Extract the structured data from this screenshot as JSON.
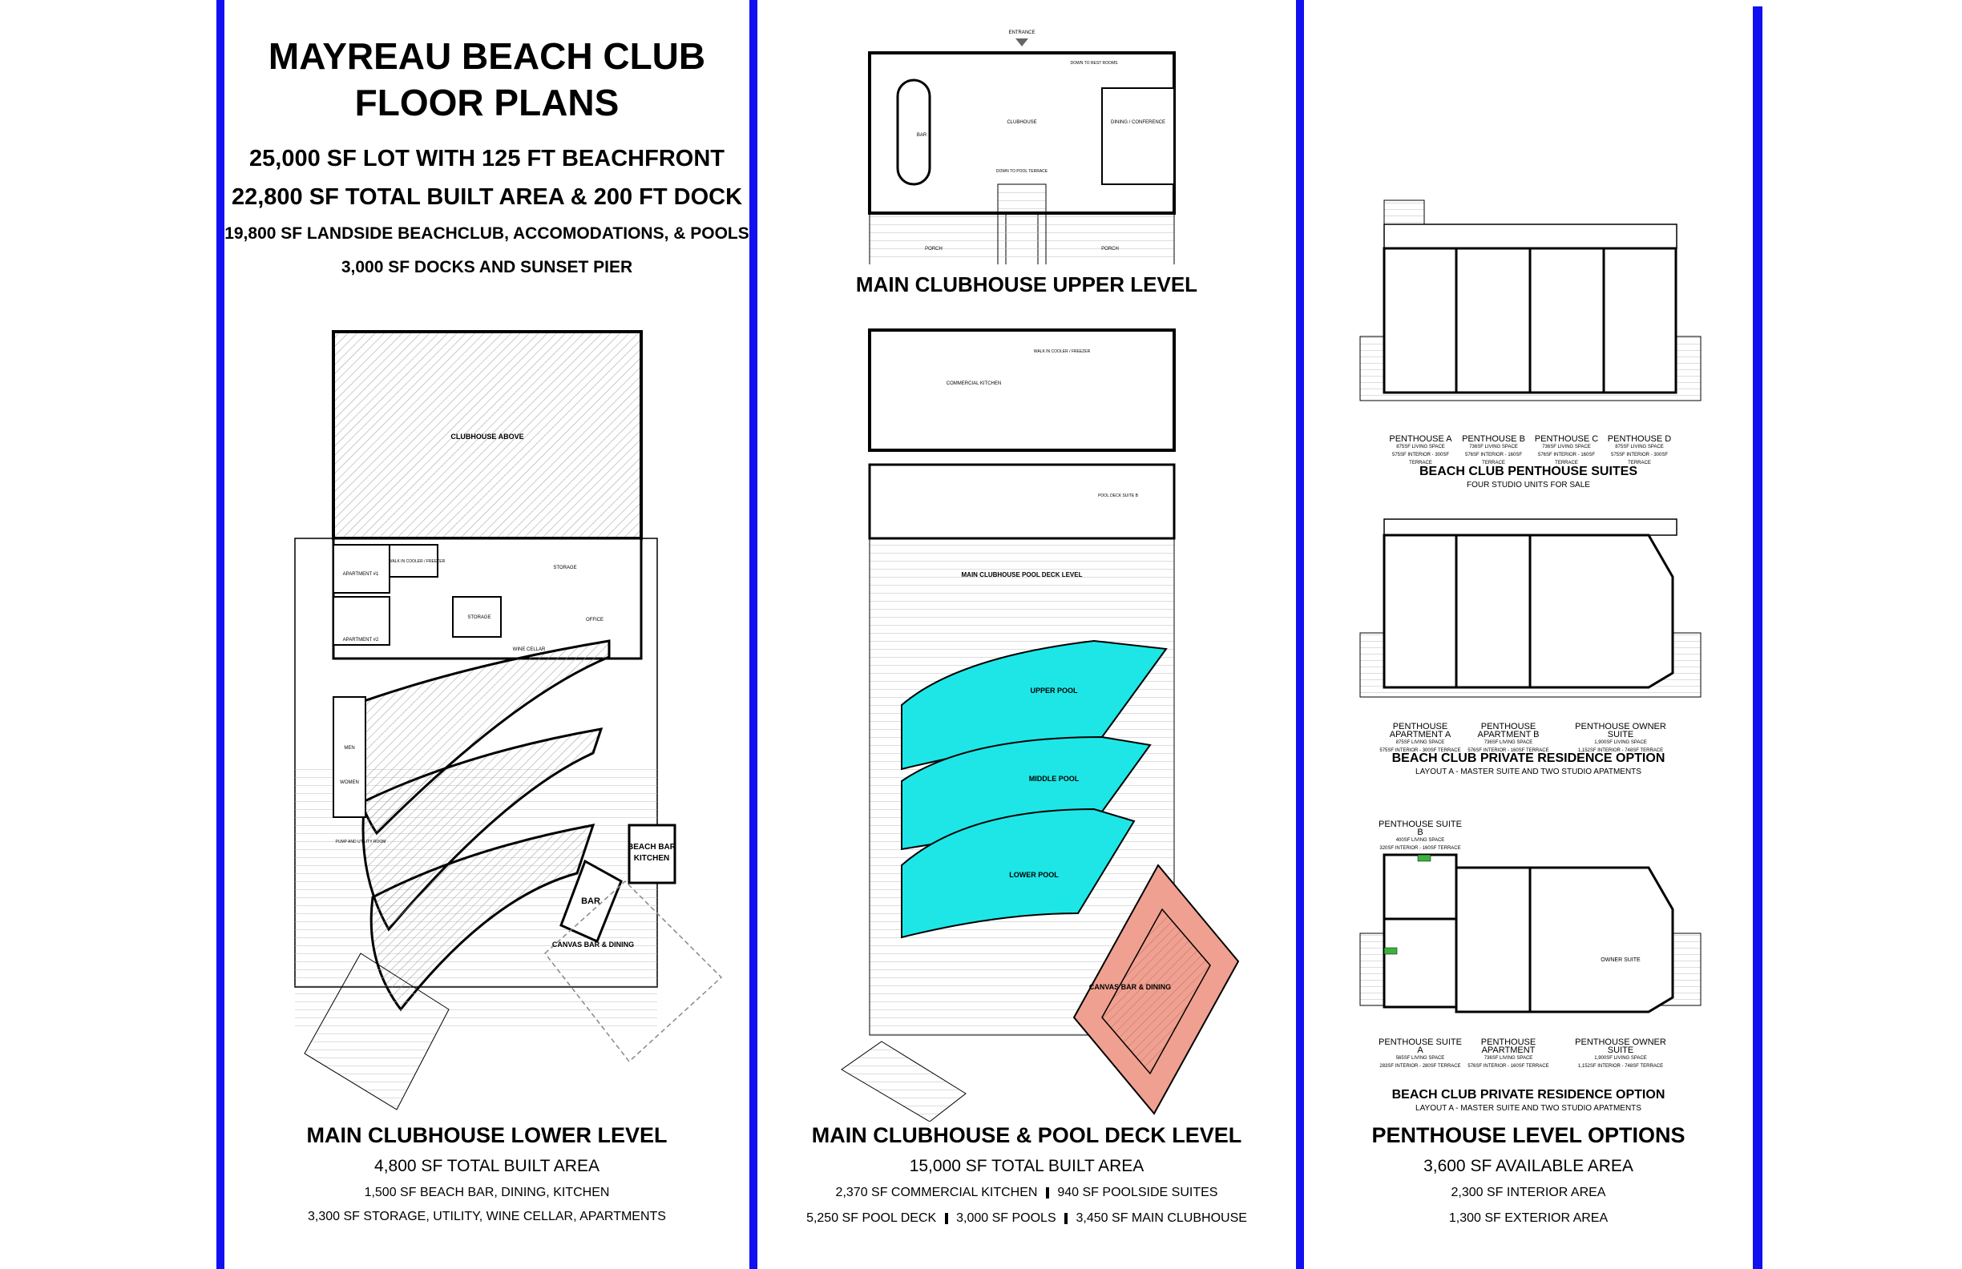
{
  "colors": {
    "divider_blue": "#1010f0",
    "pool_cyan": "#1ee6e6",
    "pool_dark": "#15b8b8",
    "roof_salmon": "#f0a090",
    "line": "#000000"
  },
  "header": {
    "title_line1": "MAYREAU BEACH CLUB",
    "title_line2": "FLOOR PLANS",
    "lot": "25,000 SF LOT WITH 125 FT BEACHFRONT",
    "built": "22,800 SF TOTAL BUILT AREA & 200 FT DOCK",
    "landside": "19,800 SF LANDSIDE BEACHCLUB, ACCOMODATIONS, & POOLS",
    "docks": "3,000 SF DOCKS AND SUNSET PIER"
  },
  "lower_level": {
    "caption": "MAIN CLUBHOUSE LOWER LEVEL",
    "total": "4,800 SF TOTAL BUILT AREA",
    "detail1": "1,500 SF BEACH BAR, DINING, KITCHEN",
    "detail2": "3,300 SF STORAGE, UTILITY, WINE CELLAR, APARTMENTS",
    "labels": {
      "clubhouse_above": "CLUBHOUSE ABOVE",
      "storage": "STORAGE",
      "storage2": "STORAGE",
      "office": "OFFICE",
      "wine_cellar": "WINE CELLAR",
      "apartment1": "APARTMENT #1",
      "apartment2": "APARTMENT #2",
      "walk_in": "WALK IN COOLER / FREEZER",
      "men": "MEN",
      "women": "WOMEN",
      "pump": "PUMP AND UTILITY ROOM",
      "beach_bar_kitchen_1": "BEACH BAR",
      "beach_bar_kitchen_2": "KITCHEN",
      "bar": "BAR",
      "canvas": "CANVAS BAR & DINING"
    }
  },
  "upper_level": {
    "caption": "MAIN CLUBHOUSE UPPER LEVEL",
    "labels": {
      "entrance": "ENTRANCE",
      "down_rest": "DOWN TO REST ROOMS",
      "bar": "BAR",
      "clubhouse": "CLUBHOUSE",
      "dining": "DINING / CONFERENCE",
      "down_pool": "DOWN TO POOL TERRACE",
      "porch_left": "PORCH",
      "porch_right": "PORCH"
    }
  },
  "pool_deck": {
    "caption": "MAIN CLUBHOUSE & POOL DECK LEVEL",
    "total": "15,000 SF TOTAL BUILT AREA",
    "detail1a": "2,370 SF COMMERCIAL KITCHEN",
    "detail1b": "940 SF POOLSIDE SUITES",
    "detail2a": "5,250 SF POOL DECK",
    "detail2b": "3,000 SF POOLS",
    "detail2c": "3,450 SF MAIN CLUBHOUSE",
    "labels": {
      "commercial_kitchen": "COMMERCIAL KITCHEN",
      "walk_in": "WALK IN COOLER / FREEZER",
      "pool_deck_level": "MAIN CLUBHOUSE POOL DECK LEVEL",
      "suite_b": "POOL DECK SUITE B",
      "upper_pool": "UPPER POOL",
      "middle_pool": "MIDDLE POOL",
      "lower_pool": "LOWER POOL",
      "canvas": "CANVAS BAR & DINING"
    }
  },
  "penthouse": {
    "caption": "PENTHOUSE LEVEL OPTIONS",
    "available": "3,600 SF AVAILABLE AREA",
    "interior": "2,300 SF INTERIOR AREA",
    "exterior": "1,300 SF EXTERIOR AREA",
    "suites": {
      "title": "BEACH CLUB PENTHOUSE SUITES",
      "subtitle": "FOUR STUDIO UNITS FOR SALE",
      "units": [
        {
          "name": "PENTHOUSE A",
          "l1": "875SF LIVING SPACE",
          "l2": "575SF INTERIOR - 300SF TERRACE"
        },
        {
          "name": "PENTHOUSE B",
          "l1": "736SF LIVING SPACE",
          "l2": "576SF INTERIOR - 160SF TERRACE"
        },
        {
          "name": "PENTHOUSE C",
          "l1": "736SF LIVING SPACE",
          "l2": "576SF INTERIOR - 160SF TERRACE"
        },
        {
          "name": "PENTHOUSE D",
          "l1": "875SF LIVING SPACE",
          "l2": "575SF INTERIOR - 300SF TERRACE"
        }
      ]
    },
    "option1": {
      "title": "BEACH CLUB PRIVATE RESIDENCE OPTION",
      "subtitle": "LAYOUT A - MASTER SUITE AND TWO STUDIO APATMENTS",
      "units": [
        {
          "name": "PENTHOUSE APARTMENT A",
          "l1": "875SF LIVING SPACE",
          "l2": "575SF INTERIOR - 300SF TERRACE"
        },
        {
          "name": "PENTHOUSE APARTMENT B",
          "l1": "736SF LIVING SPACE",
          "l2": "576SF INTERIOR - 160SF TERRACE"
        },
        {
          "name": "PENTHOUSE OWNER SUITE",
          "l1": "1,900SF LIVING SPACE",
          "l2": "1,152SF INTERIOR - 748SF TERRACE"
        }
      ]
    },
    "option2": {
      "title": "BEACH CLUB PRIVATE RESIDENCE OPTION",
      "subtitle": "LAYOUT A - MASTER SUITE AND TWO STUDIO APATMENTS",
      "top_unit": {
        "name": "PENTHOUSE SUITE B",
        "l1": "400SF LIVING SPACE",
        "l2": "320SF INTERIOR - 160SF TERRACE"
      },
      "owner_label": "OWNER SUITE",
      "units": [
        {
          "name": "PENTHOUSE SUITE A",
          "l1": "565SF LIVING SPACE",
          "l2": "283SF INTERIOR - 280SF TERRACE"
        },
        {
          "name": "PENTHOUSE APARTMENT",
          "l1": "736SF LIVING SPACE",
          "l2": "576SF INTERIOR - 160SF TERRACE"
        },
        {
          "name": "PENTHOUSE OWNER SUITE",
          "l1": "1,900SF LIVING SPACE",
          "l2": "1,152SF INTERIOR - 748SF TERRACE"
        }
      ]
    }
  }
}
